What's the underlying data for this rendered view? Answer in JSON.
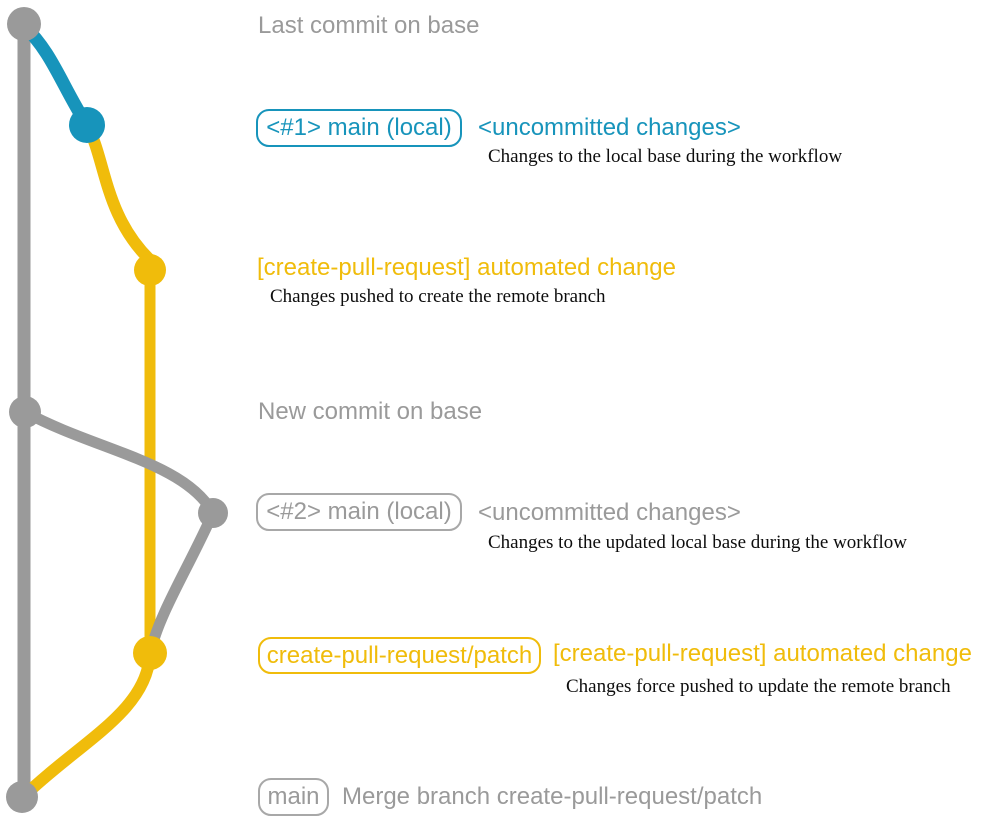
{
  "colors": {
    "base_gray": "#9a9a9a",
    "main_local_teal": "#1794bb",
    "patch_yellow": "#f0bc0b",
    "description_black": "#0d0d0d"
  },
  "rows": {
    "last_commit": {
      "label": "Last commit on base"
    },
    "local1": {
      "badge": "<#1> main (local)",
      "note": "<uncommitted changes>",
      "desc": "Changes to the local base during the workflow"
    },
    "push1": {
      "label": "[create-pull-request] automated change",
      "desc": "Changes pushed to create the remote branch"
    },
    "new_commit": {
      "label": "New commit on base"
    },
    "local2": {
      "badge": "<#2> main (local)",
      "note": "<uncommitted changes>",
      "desc": "Changes to the updated local base during the workflow"
    },
    "push2": {
      "badge": "create-pull-request/patch",
      "label": "[create-pull-request] automated change",
      "desc": "Changes force pushed to update the remote branch"
    },
    "merge": {
      "badge": "main",
      "label": "Merge branch create-pull-request/patch"
    }
  }
}
